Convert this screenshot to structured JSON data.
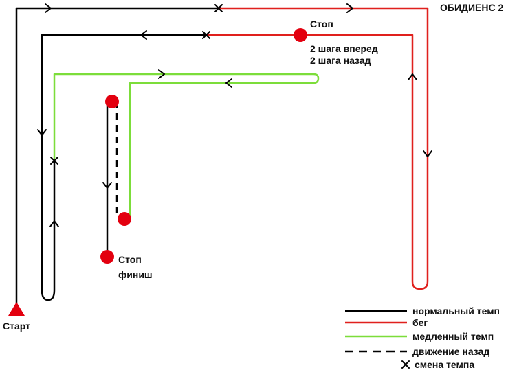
{
  "title": "ОБИДИЕНС 2",
  "labels": {
    "start": "Старт",
    "stop_top": "Стоп",
    "instruction_line1": "2 шага вперед",
    "instruction_line2": "2 шага назад",
    "stop_finish_line1": "Стоп",
    "stop_finish_line2": "финиш"
  },
  "legend": [
    {
      "style": "normal",
      "text": "нормальный темп"
    },
    {
      "style": "run",
      "text": "бег"
    },
    {
      "style": "slow",
      "text": "медленный темп"
    },
    {
      "style": "back",
      "text": "движение назад"
    },
    {
      "style": "change",
      "text": "смена темпа"
    }
  ],
  "colors": {
    "normal": "#000000",
    "run": "#e0201d",
    "slow": "#7cdd3a",
    "stop_marker": "#e3000f",
    "start_marker": "#e3000f",
    "text": "#111111"
  }
}
